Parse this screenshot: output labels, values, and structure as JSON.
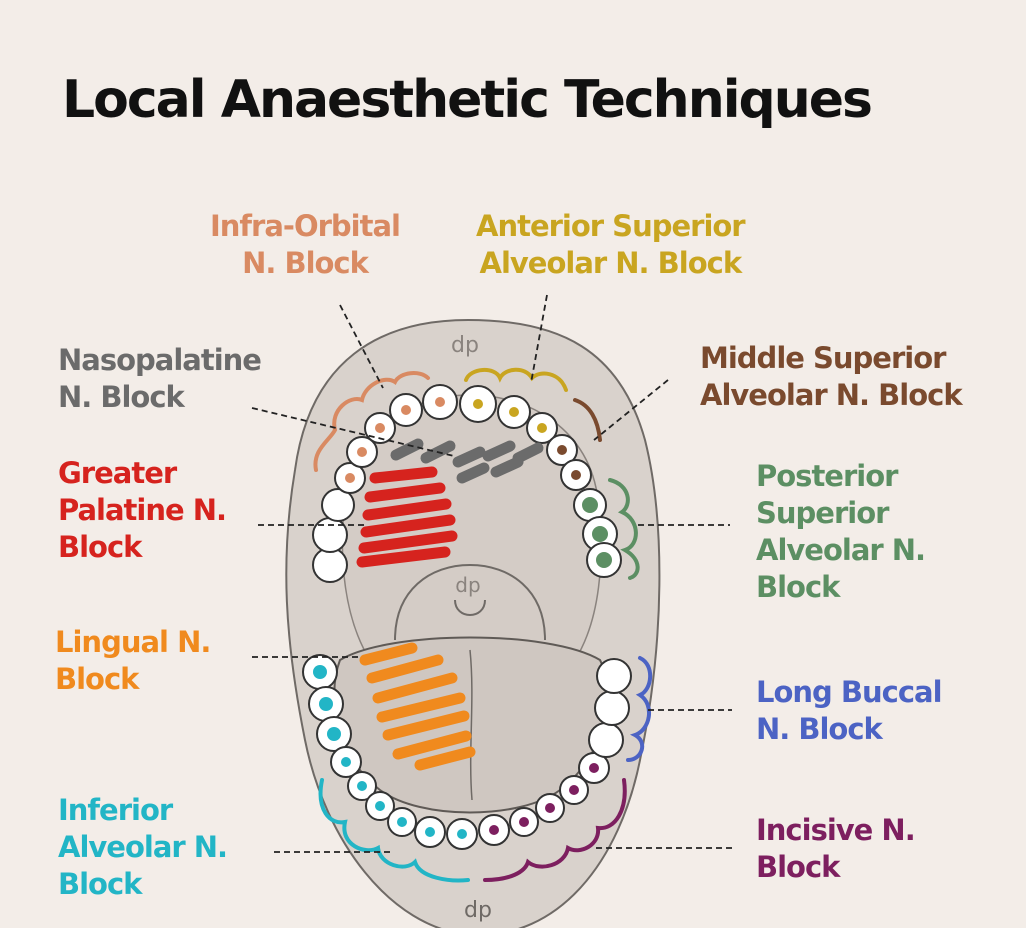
{
  "title": "Local Anaesthetic Techniques",
  "watermark": "dp",
  "colors": {
    "background": "#f3ede8",
    "infra_orbital": "#d98a62",
    "anterior_superior": "#c9a520",
    "middle_superior": "#7a4a2e",
    "nasopalatine": "#6b6b6b",
    "greater_palatine": "#d6231e",
    "posterior_superior": "#5c8f63",
    "lingual": "#f08a1e",
    "long_buccal": "#4c63c4",
    "inferior_alveolar": "#22b5c6",
    "incisive": "#7d1f5f"
  },
  "labels": {
    "infra_orbital": [
      "Infra-Orbital",
      "N. Block"
    ],
    "anterior_superior": [
      "Anterior Superior",
      "Alveolar N. Block"
    ],
    "nasopalatine": [
      "Nasopalatine",
      "N. Block"
    ],
    "middle_superior": [
      "Middle Superior",
      "Alveolar N. Block"
    ],
    "greater_palatine": [
      "Greater",
      "Palatine N.",
      "Block"
    ],
    "posterior_superior": [
      "Posterior",
      "Superior",
      "Alveolar N.",
      "Block"
    ],
    "lingual": [
      "Lingual N.",
      "Block"
    ],
    "long_buccal": [
      "Long Buccal",
      "N. Block"
    ],
    "inferior_alveolar": [
      "Inferior",
      "Alveolar N.",
      "Block"
    ],
    "incisive": [
      "Incisive N.",
      "Block"
    ]
  }
}
